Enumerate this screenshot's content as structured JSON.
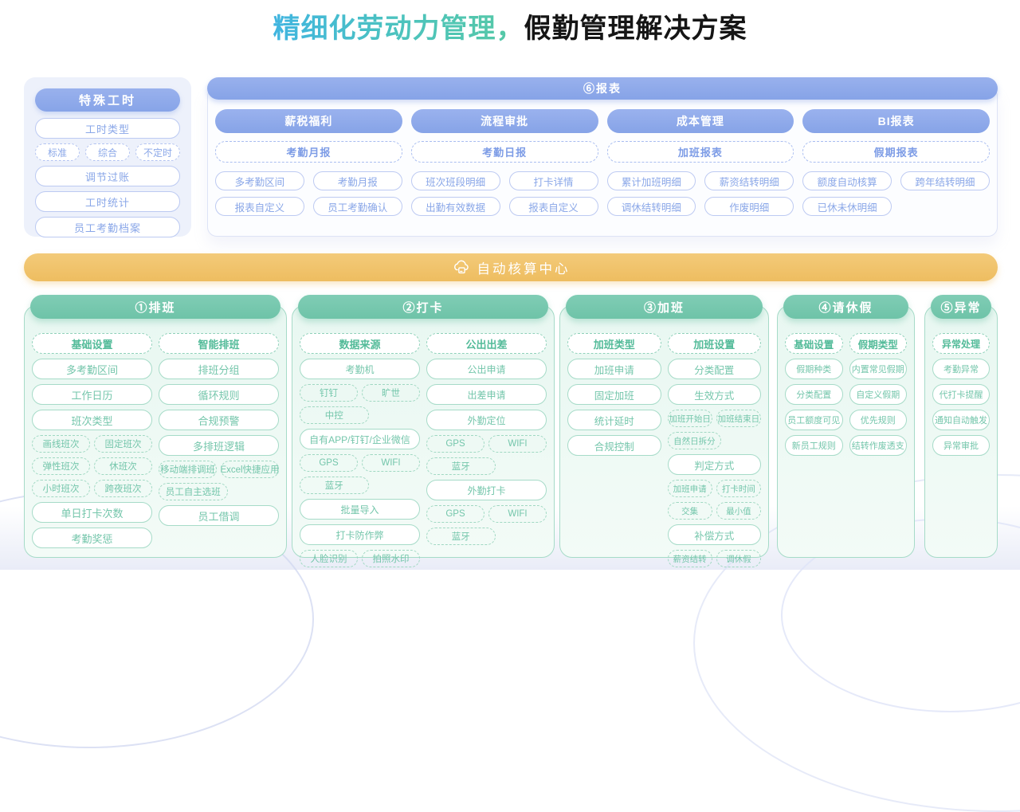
{
  "title": {
    "highlight": "精细化劳动力管理，",
    "rest": "假勤管理解决方案"
  },
  "colors": {
    "blue_header": "#8ba7e9",
    "blue_text": "#8aa7e8",
    "green_header": "#72c7ae",
    "green_text": "#74c6ab",
    "orange_bar": "#f0c26b",
    "sidebar_bg": "#edf1fb",
    "green_panel_bg": "#e9f8f1"
  },
  "sidebar": {
    "header": "特殊工时",
    "pill1": "工时类型",
    "small": [
      "标准",
      "综合",
      "不定时"
    ],
    "pills": [
      "调节过账",
      "工时统计",
      "员工考勤档案"
    ]
  },
  "reports": {
    "header": "⑥报表",
    "columns": [
      "薪税福利",
      "流程审批",
      "成本管理",
      "BI报表"
    ],
    "subheaders": [
      "考勤月报",
      "考勤日报",
      "加班报表",
      "假期报表"
    ],
    "row1": [
      "多考勤区间",
      "考勤月报",
      "班次班段明细",
      "打卡详情",
      "累计加班明细",
      "薪资结转明细",
      "额度自动核算",
      "跨年结转明细"
    ],
    "row2": [
      "报表自定义",
      "员工考勤确认",
      "出勤有效数据",
      "报表自定义",
      "调休结转明细",
      "作废明细",
      "已休未休明细"
    ]
  },
  "center_bar": {
    "icon": "cloud-computing-icon",
    "label": "自动核算中心"
  },
  "panels": [
    {
      "header": "①排班",
      "cols": [
        {
          "rows": [
            {
              "type": "sub",
              "cells": [
                "基础设置"
              ]
            },
            {
              "type": "pill",
              "cells": [
                "多考勤区间"
              ]
            },
            {
              "type": "pill",
              "cells": [
                "工作日历"
              ]
            },
            {
              "type": "pill",
              "cells": [
                "班次类型"
              ]
            },
            {
              "type": "small",
              "cells": [
                "画线班次",
                "固定班次"
              ]
            },
            {
              "type": "small",
              "cells": [
                "弹性班次",
                "休班次"
              ]
            },
            {
              "type": "small",
              "cells": [
                "小时班次",
                "跨夜班次"
              ]
            },
            {
              "type": "pill",
              "cells": [
                "单日打卡次数"
              ]
            },
            {
              "type": "pill",
              "cells": [
                "考勤奖惩"
              ]
            }
          ]
        },
        {
          "rows": [
            {
              "type": "sub",
              "cells": [
                "智能排班"
              ]
            },
            {
              "type": "pill",
              "cells": [
                "排班分组"
              ]
            },
            {
              "type": "pill",
              "cells": [
                "循环规则"
              ]
            },
            {
              "type": "pill",
              "cells": [
                "合规预警"
              ]
            },
            {
              "type": "pill",
              "cells": [
                "多排班逻辑"
              ]
            },
            {
              "type": "small",
              "cells": [
                "移动端排调班",
                "Excel快捷应用"
              ]
            },
            {
              "type": "small",
              "cells": [
                "员工自主选班"
              ]
            },
            {
              "type": "pill",
              "cells": [
                "员工借调"
              ]
            }
          ]
        }
      ]
    },
    {
      "header": "②打卡",
      "cols": [
        {
          "rows": [
            {
              "type": "sub",
              "cells": [
                "数据来源"
              ]
            },
            {
              "type": "pill",
              "cells": [
                "考勤机"
              ]
            },
            {
              "type": "small",
              "cells": [
                "钉钉",
                "旷世"
              ]
            },
            {
              "type": "small",
              "cells": [
                "中控"
              ]
            },
            {
              "type": "pill",
              "cells": [
                "自有APP/钉钉/企业微信"
              ]
            },
            {
              "type": "small",
              "cells": [
                "GPS",
                "WIFI"
              ]
            },
            {
              "type": "small",
              "cells": [
                "蓝牙"
              ]
            },
            {
              "type": "pill",
              "cells": [
                "批量导入"
              ]
            },
            {
              "type": "pill",
              "cells": [
                "打卡防作弊"
              ]
            },
            {
              "type": "small",
              "cells": [
                "人脸识别",
                "拍照水印"
              ]
            }
          ]
        },
        {
          "rows": [
            {
              "type": "sub",
              "cells": [
                "公出出差"
              ]
            },
            {
              "type": "pill",
              "cells": [
                "公出申请"
              ]
            },
            {
              "type": "pill",
              "cells": [
                "出差申请"
              ]
            },
            {
              "type": "pill",
              "cells": [
                "外勤定位"
              ]
            },
            {
              "type": "small",
              "cells": [
                "GPS",
                "WIFI"
              ]
            },
            {
              "type": "small",
              "cells": [
                "蓝牙"
              ]
            },
            {
              "type": "pill",
              "cells": [
                "外勤打卡"
              ]
            },
            {
              "type": "small",
              "cells": [
                "GPS",
                "WIFI"
              ]
            },
            {
              "type": "small",
              "cells": [
                "蓝牙"
              ]
            }
          ]
        }
      ]
    },
    {
      "header": "③加班",
      "cols": [
        {
          "rows": [
            {
              "type": "sub",
              "cells": [
                "加班类型"
              ]
            },
            {
              "type": "pill",
              "cells": [
                "加班申请"
              ]
            },
            {
              "type": "pill",
              "cells": [
                "固定加班"
              ]
            },
            {
              "type": "pill",
              "cells": [
                "统计延时"
              ]
            },
            {
              "type": "pill",
              "cells": [
                "合规控制"
              ]
            }
          ]
        },
        {
          "rows": [
            {
              "type": "sub",
              "cells": [
                "加班设置"
              ]
            },
            {
              "type": "pill",
              "cells": [
                "分类配置"
              ]
            },
            {
              "type": "pill",
              "cells": [
                "生效方式"
              ]
            },
            {
              "type": "small",
              "cells": [
                "加班开始日",
                "加班结束日"
              ]
            },
            {
              "type": "small",
              "cells": [
                "自然日拆分"
              ]
            },
            {
              "type": "pill",
              "cells": [
                "判定方式"
              ]
            },
            {
              "type": "small",
              "cells": [
                "加班申请",
                "打卡时间"
              ]
            },
            {
              "type": "small",
              "cells": [
                "交集",
                "最小值"
              ]
            },
            {
              "type": "pill",
              "cells": [
                "补偿方式"
              ]
            },
            {
              "type": "small",
              "cells": [
                "薪资结转",
                "调休假"
              ]
            }
          ]
        }
      ]
    },
    {
      "header": "④请休假",
      "cols": [
        {
          "rows": [
            {
              "type": "sub",
              "cells": [
                "基础设置"
              ]
            },
            {
              "type": "pill",
              "cells": [
                "假期种类"
              ]
            },
            {
              "type": "pill",
              "cells": [
                "分类配置"
              ]
            },
            {
              "type": "pill",
              "cells": [
                "员工额度可见"
              ]
            },
            {
              "type": "pill",
              "cells": [
                "新员工规则"
              ]
            }
          ]
        },
        {
          "rows": [
            {
              "type": "sub",
              "cells": [
                "假期类型"
              ]
            },
            {
              "type": "pill",
              "cells": [
                "内置常见假期"
              ]
            },
            {
              "type": "pill",
              "cells": [
                "自定义假期"
              ]
            },
            {
              "type": "pill",
              "cells": [
                "优先规则"
              ]
            },
            {
              "type": "pill",
              "cells": [
                "结转作废透支"
              ]
            }
          ]
        }
      ]
    },
    {
      "header": "⑤异常",
      "cols": [
        {
          "rows": [
            {
              "type": "sub",
              "cells": [
                "异常处理"
              ]
            },
            {
              "type": "pill",
              "cells": [
                "考勤异常"
              ]
            },
            {
              "type": "pill",
              "cells": [
                "代打卡提醒"
              ]
            },
            {
              "type": "pill",
              "cells": [
                "通知自动触发"
              ]
            },
            {
              "type": "pill",
              "cells": [
                "异常审批"
              ]
            }
          ]
        }
      ]
    }
  ]
}
